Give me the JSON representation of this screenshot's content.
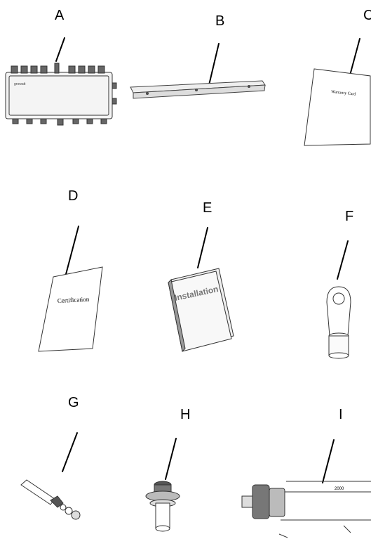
{
  "labels": {
    "a": "A",
    "b": "B",
    "c": "C",
    "d": "D",
    "e": "E",
    "f": "F",
    "g": "G",
    "h": "H",
    "i": "I"
  },
  "items": {
    "junction_box": {
      "brand": "growatt"
    },
    "warranty_card": {
      "title": "Warranty Card"
    },
    "certification": {
      "title": "Certification"
    },
    "installation": {
      "title": "Installation"
    },
    "cable": {
      "dimension": "2000"
    }
  },
  "icons": {
    "a": "junction-box-icon",
    "b": "mounting-rail-icon",
    "c": "warranty-card-icon",
    "d": "certification-doc-icon",
    "e": "installation-manual-icon",
    "f": "ring-terminal-icon",
    "g": "expansion-bolt-icon",
    "h": "cable-gland-icon",
    "i": "cable-connector-icon"
  }
}
